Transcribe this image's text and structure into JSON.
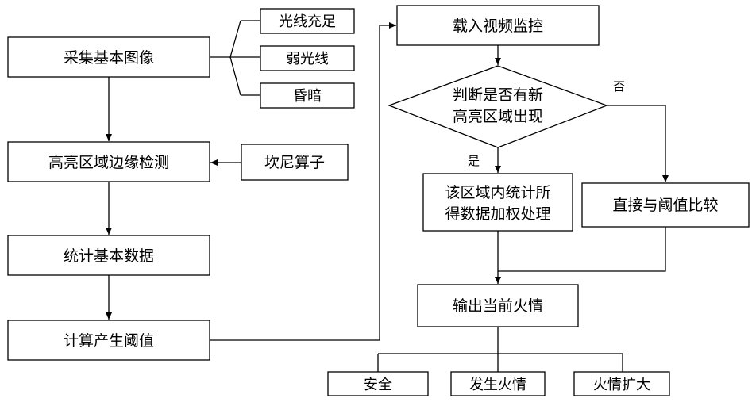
{
  "left_column": {
    "collect_base_image": "采集基本图像",
    "edge_detection": "高亮区域边缘检测",
    "stat_base_data": "统计基本数据",
    "compute_threshold": "计算产生阈值"
  },
  "lighting_conditions": [
    "光线充足",
    "弱光线",
    "昏暗"
  ],
  "operator": "坎尼算子",
  "right_column": {
    "load_video": "载入视频监控",
    "decision_line1": "判断是否有新",
    "decision_line2": "高亮区域出现",
    "yes_label": "是",
    "no_label": "否",
    "weighted_line1": "该区域内统计所",
    "weighted_line2": "得数据加权处理",
    "compare_threshold": "直接与阈值比较",
    "output_fire": "输出当前火情"
  },
  "outcomes": [
    "安全",
    "发生火情",
    "火情扩大"
  ]
}
